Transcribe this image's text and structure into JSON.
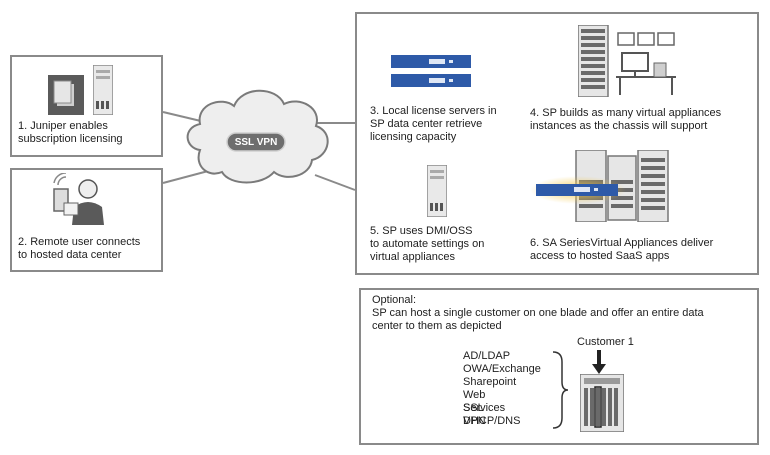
{
  "steps": {
    "s1": "1. Juniper enables\nsubscription licensing",
    "s2": "2. Remote user connects\nto hosted data center",
    "s3": "3. Local license servers in\nSP data center retrieve\nlicensing capacity",
    "s4": "4. SP builds as many virtual appliances\ninstances as the chassis will support",
    "s5": "5. SP uses DMI/OSS\nto automate settings on\nvirtual appliances",
    "s6": "6. SA SeriesVirtual Appliances deliver\naccess to hosted SaaS apps"
  },
  "cloud_label": "SSL VPN",
  "optional": {
    "heading": "Optional:",
    "description": "SP can host a single customer on one blade and offer an entire data\ncenter to them as depicted",
    "customer_label": "Customer 1",
    "services": [
      "AD/LDAP",
      "OWA/Exchange",
      "Sharepoint",
      "Web Services",
      "SSL VPN",
      "DHCP/DNS"
    ]
  },
  "colors": {
    "box_border": "#8a8a8a",
    "accent_blue": "#2e5aa8",
    "highlight_yellow": "#f2c94c",
    "cloud_fill": "#eeeeee"
  }
}
